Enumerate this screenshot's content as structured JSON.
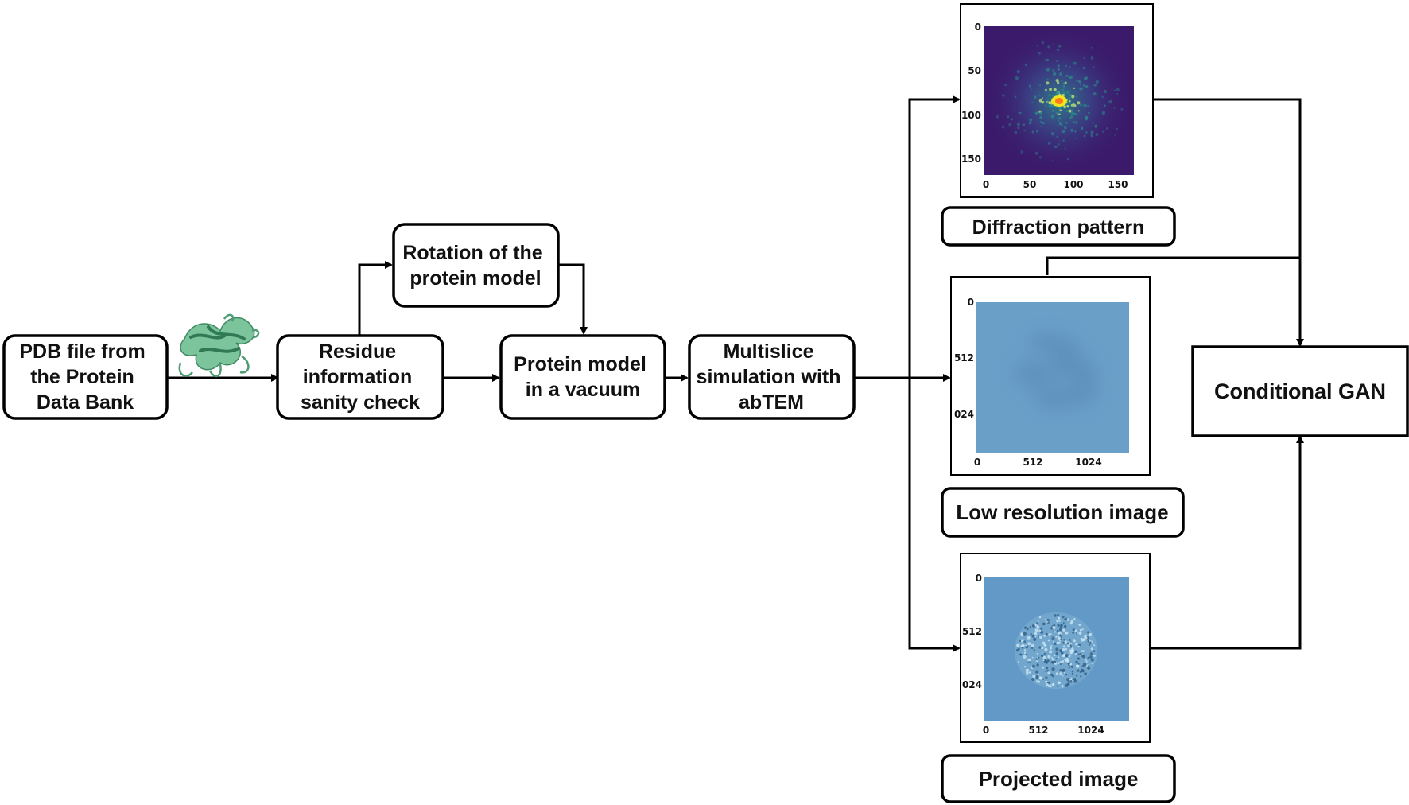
{
  "nodes": {
    "pdb": {
      "lines": [
        "PDB file from",
        "the Protein",
        "Data Bank"
      ]
    },
    "sanity": {
      "lines": [
        "Residue",
        "information",
        "sanity check"
      ]
    },
    "rotation": {
      "lines": [
        "Rotation of the",
        "protein model"
      ]
    },
    "vacuum": {
      "lines": [
        "Protein model",
        "in a vacuum"
      ]
    },
    "multislice": {
      "lines": [
        "Multislice",
        "simulation with",
        "abTEM"
      ]
    },
    "gan": {
      "lines": [
        "Conditional GAN"
      ]
    }
  },
  "panels": {
    "diffraction": {
      "label": "Diffraction pattern",
      "y_ticks": [
        "0",
        "50",
        "100",
        "150"
      ],
      "x_ticks": [
        "0",
        "50",
        "100",
        "150"
      ],
      "colors": {
        "background": "#3b1a6b",
        "mid": "#2b8a8c",
        "hot": "#f2e51d"
      }
    },
    "lowres": {
      "label": "Low resolution image",
      "y_ticks": [
        "0",
        "512",
        "024"
      ],
      "x_ticks": [
        "0",
        "512",
        "1024"
      ],
      "colors": {
        "background": "#6a9fc8",
        "blob": "#5d8fbd"
      }
    },
    "projected": {
      "label": "Projected image",
      "y_ticks": [
        "0",
        "512",
        "024"
      ],
      "x_ticks": [
        "0",
        "512",
        "1024"
      ],
      "colors": {
        "background": "#6299c6",
        "speck_light": "#c9e6f2",
        "speck_dark": "#2f5f86"
      }
    }
  },
  "icons": {
    "protein_structure": "protein-ribbon-icon",
    "protein_color": "#5fae86"
  }
}
